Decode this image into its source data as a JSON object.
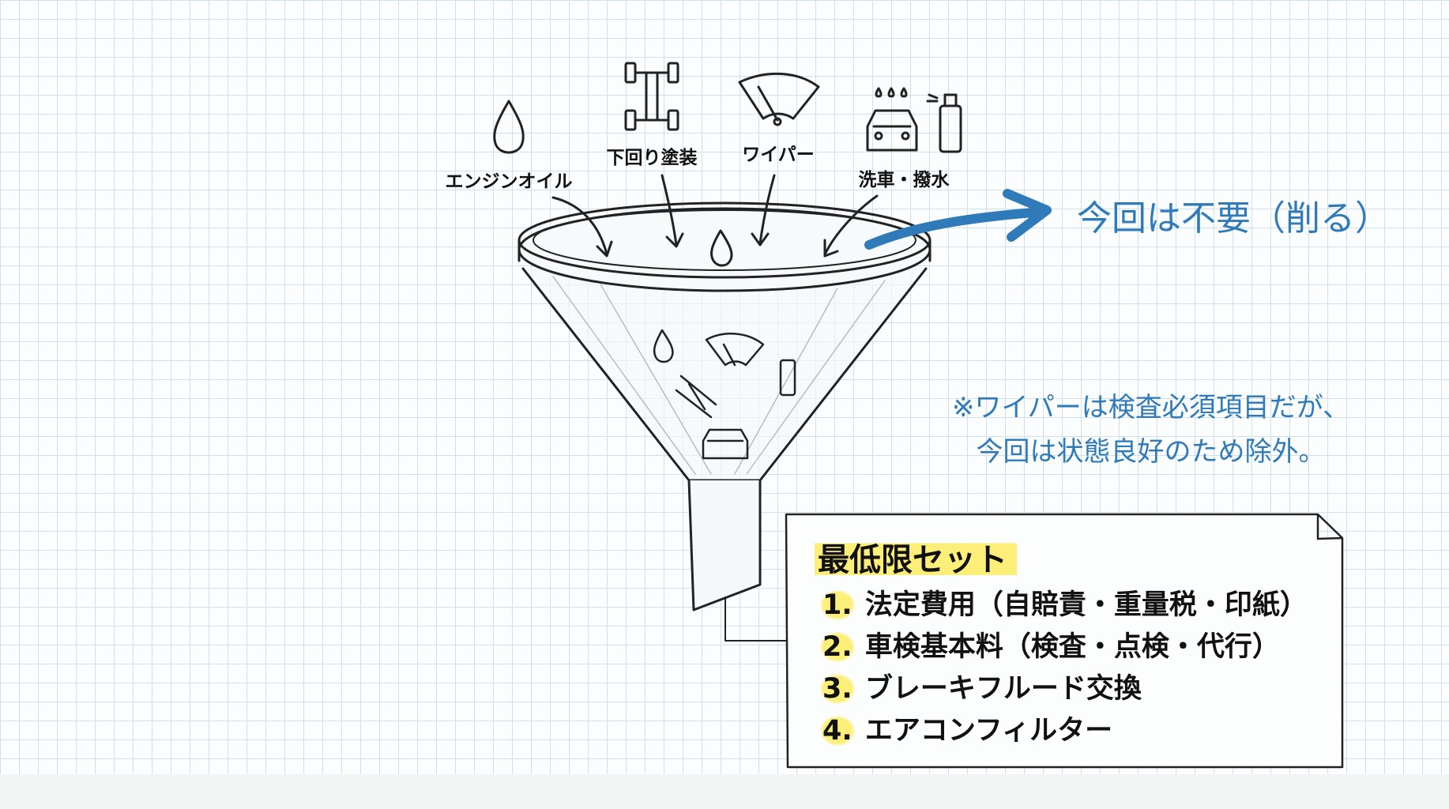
{
  "inputs": {
    "items": [
      {
        "label": "エンジンオイル",
        "icon": "oil-drop-icon"
      },
      {
        "label": "下回り塗装",
        "icon": "chassis-icon"
      },
      {
        "label": "ワイパー",
        "icon": "wiper-icon"
      },
      {
        "label": "洗車・撥水",
        "icon": "car-wash-icon"
      }
    ]
  },
  "removed_label": "今回は不要（削る）",
  "note": {
    "line1": "※ワイパーは検査必須項目だが、",
    "line2": "今回は状態良好のため除外。"
  },
  "result_box": {
    "title": "最低限セット",
    "items": [
      {
        "num": "1.",
        "text": "法定費用（自賠責・重量税・印紙）"
      },
      {
        "num": "2.",
        "text": "車検基本料（検査・点検・代行）"
      },
      {
        "num": "3.",
        "text": "ブレーキフルード交換"
      },
      {
        "num": "4.",
        "text": "エアコンフィルター"
      }
    ]
  },
  "colors": {
    "accent_blue": "#2f7ab8",
    "highlight": "#fbef7a",
    "ink": "#111111"
  }
}
